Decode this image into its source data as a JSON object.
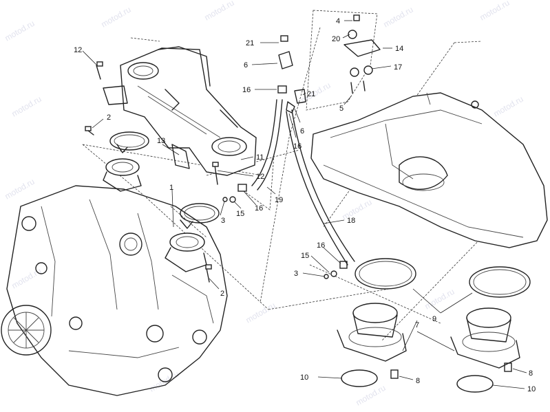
{
  "watermark": "motod.ru",
  "callouts": {
    "c4": "4",
    "c20": "20",
    "c14": "14",
    "c17": "17",
    "c5": "5",
    "c21a": "21",
    "c6a": "6",
    "c16a": "16",
    "c21b": "21",
    "c6b": "6",
    "c16b": "16",
    "c12a": "12",
    "c2a": "2",
    "c13": "13",
    "c11": "11",
    "c12b": "12",
    "c3a": "3",
    "c15a": "15",
    "c16c": "16",
    "c19": "19",
    "c1": "1",
    "c18": "18",
    "c16d": "16",
    "c15b": "15",
    "c3b": "3",
    "c2b": "2",
    "c9": "9",
    "c7": "7",
    "c8a": "8",
    "c8b": "8",
    "c10a": "10",
    "c10b": "10"
  }
}
